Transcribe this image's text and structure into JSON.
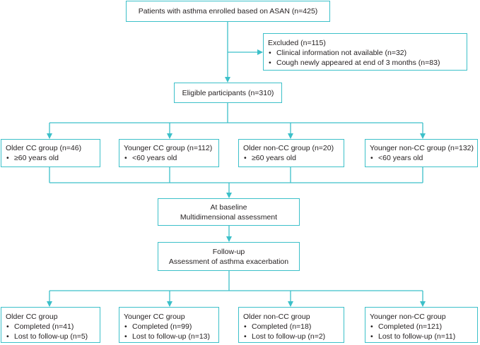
{
  "enrolled": {
    "text": "Patients with asthma enrolled based on ASAN (n=425)"
  },
  "excluded": {
    "title": "Excluded (n=115)",
    "items": [
      "Clinical information not available (n=32)",
      "Cough newly appeared at end of 3 months (n=83)"
    ]
  },
  "eligible": {
    "text": "Eligible participants (n=310)"
  },
  "groups": [
    {
      "title": "Older CC group (n=46)",
      "detail": "≥60 years old"
    },
    {
      "title": "Younger CC group (n=112)",
      "detail": "<60 years old"
    },
    {
      "title": "Older non-CC group (n=20)",
      "detail": "≥60 years old"
    },
    {
      "title": "Younger non-CC group (n=132)",
      "detail": "<60 years old"
    }
  ],
  "baseline": {
    "line1": "At baseline",
    "line2": "Multidimensional assessment"
  },
  "followup": {
    "line1": "Follow-up",
    "line2": "Assessment of asthma exacerbation"
  },
  "outcomes": [
    {
      "title": "Older CC group",
      "completed": "Completed (n=41)",
      "lost": "Lost to follow-up (n=5)"
    },
    {
      "title": "Younger CC group",
      "completed": "Completed (n=99)",
      "lost": "Lost to follow-up (n=13)"
    },
    {
      "title": "Older non-CC group",
      "completed": "Completed (n=18)",
      "lost": "Lost to follow-up (n=2)"
    },
    {
      "title": "Younger non-CC group",
      "completed": "Completed (n=121)",
      "lost": "Lost to follow-up (n=11)"
    }
  ],
  "colors": {
    "line": "#3cc0c9",
    "text": "#231f20"
  }
}
